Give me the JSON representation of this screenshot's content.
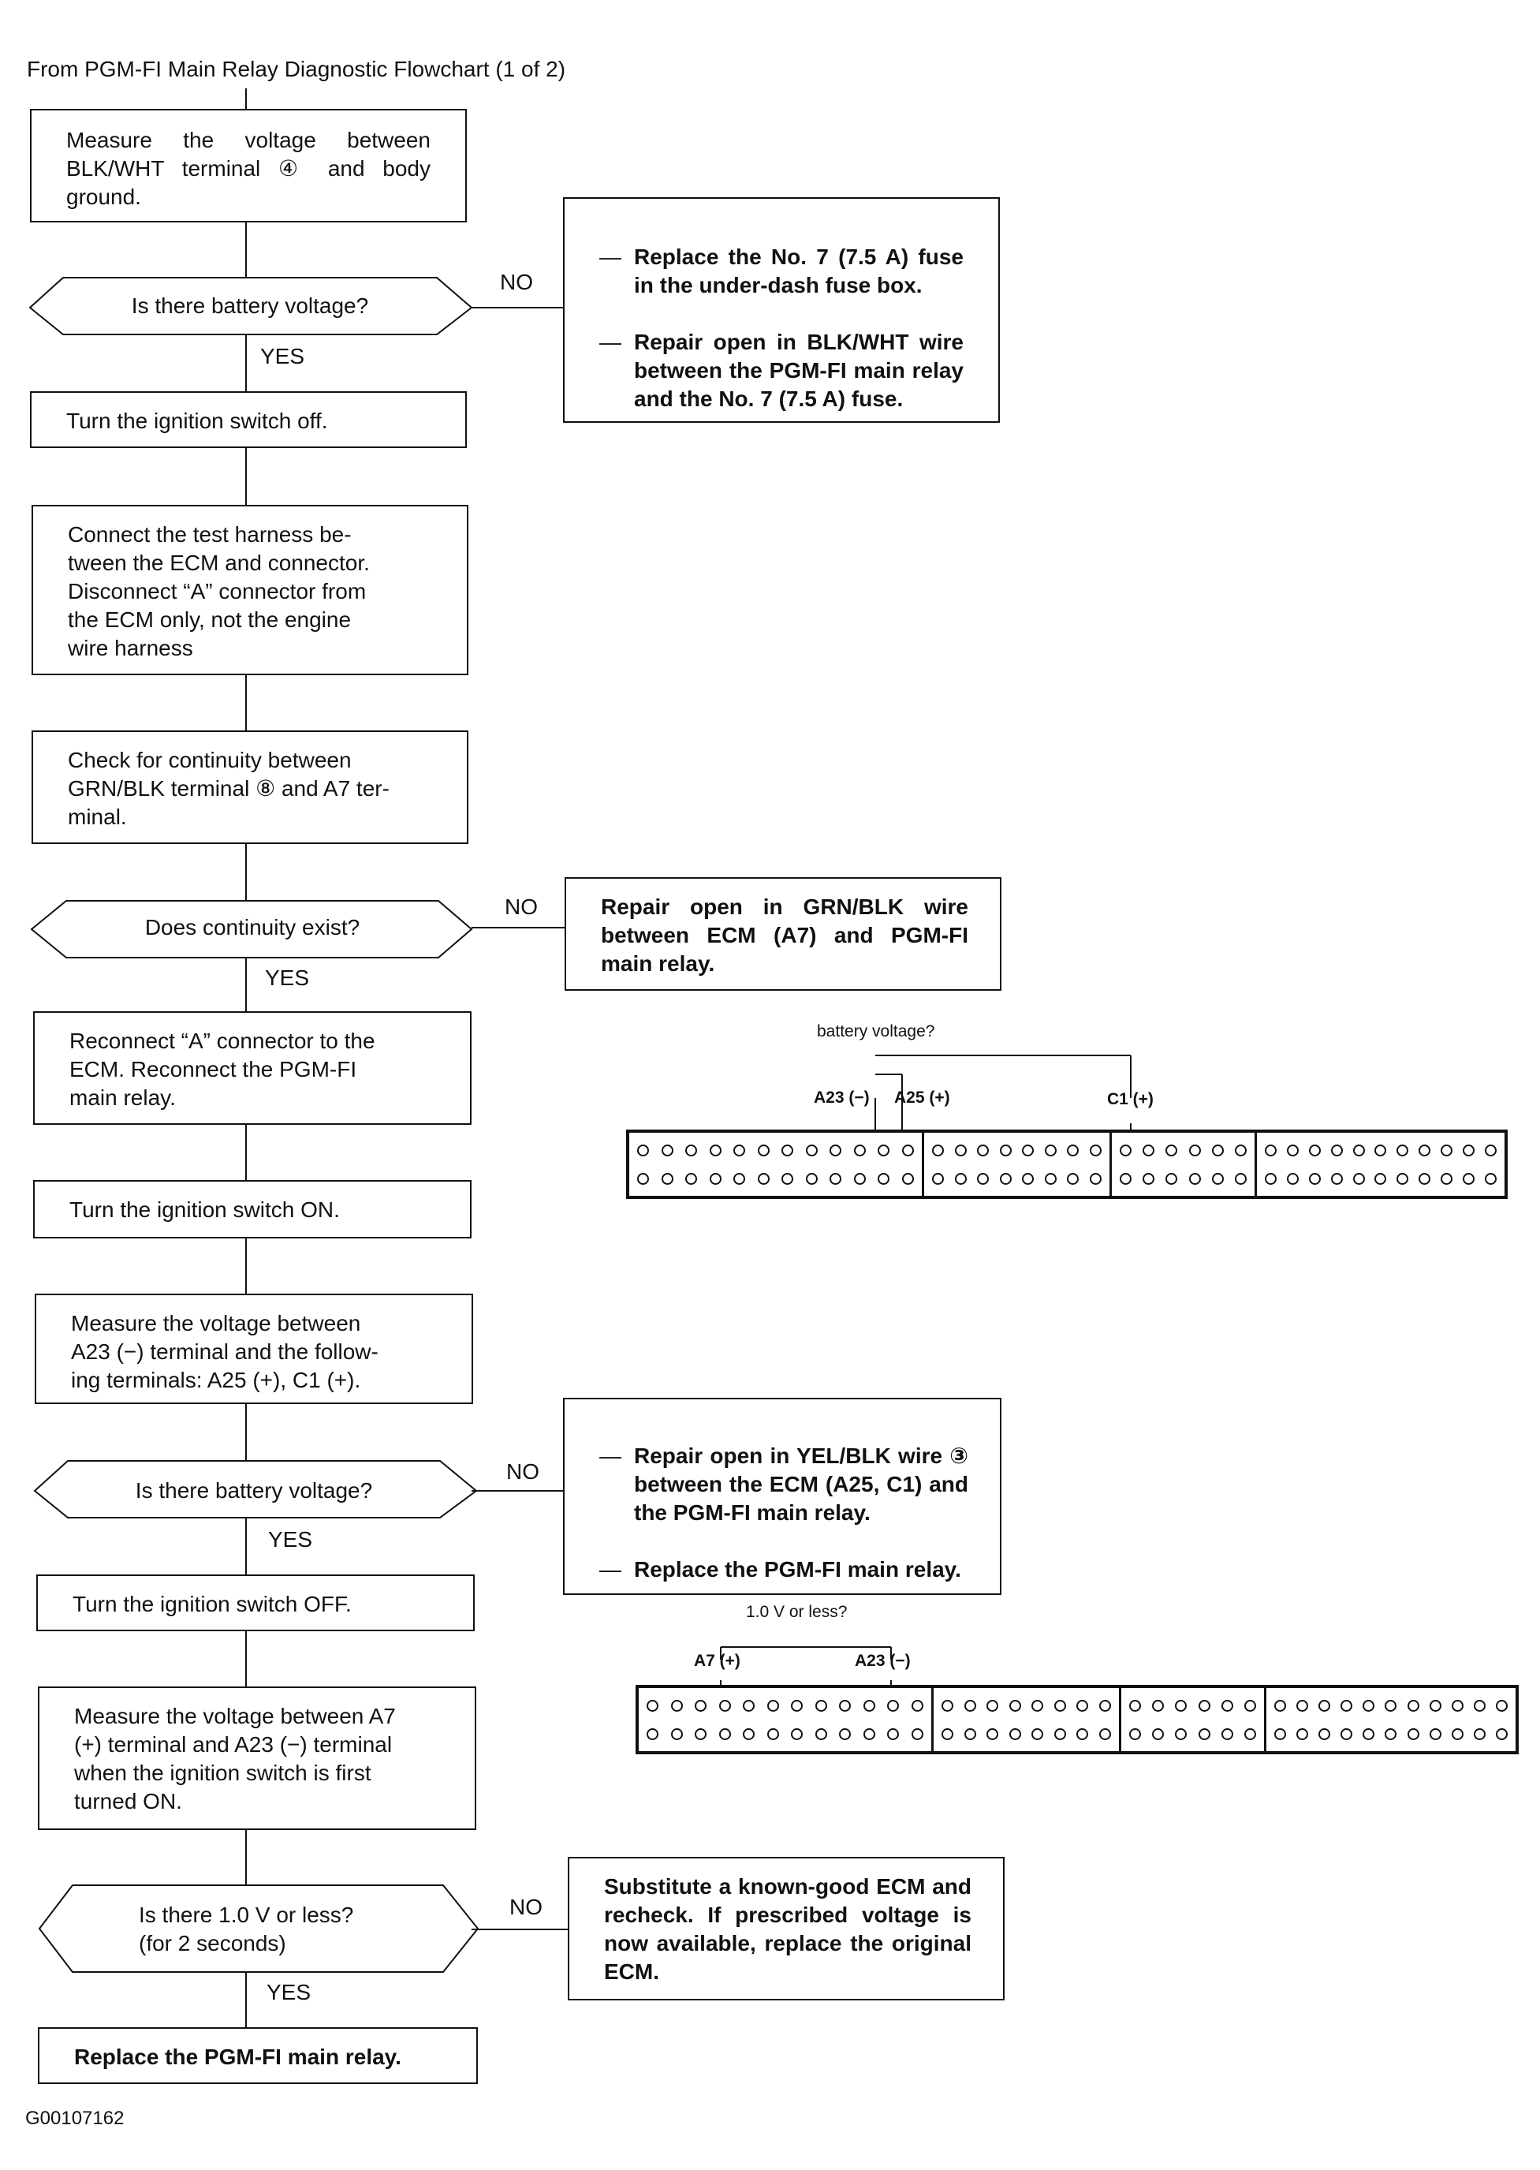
{
  "header": "From PGM-FI Main Relay Diagnostic Flowchart (1 of 2)",
  "footer_code": "G00107162",
  "steps": {
    "measure_blk_wht": "Measure the voltage between BLK/WHT terminal ④ and body ground.",
    "q_battery_1": "Is there battery voltage?",
    "ign_off_1": "Turn the ignition switch off.",
    "connect_harness": "Connect the test harness be-\ntween the ECM and connector.\nDisconnect “A” connector from\nthe ECM only, not the engine\nwire harness",
    "check_continuity": "Check for continuity between\nGRN/BLK terminal ⑧ and A7 ter-\nminal.",
    "q_continuity": "Does continuity exist?",
    "reconnect": "Reconnect “A” connector to the\nECM. Reconnect the PGM-FI\nmain relay.",
    "ign_on": "Turn the ignition switch ON.",
    "measure_a23": "Measure the voltage between\nA23 (−) terminal and the follow-\ning terminals: A25 (+), C1 (+).",
    "q_battery_2": "Is there battery voltage?",
    "ign_off_2": "Turn the ignition switch OFF.",
    "measure_a7": "Measure the voltage between A7\n(+) terminal and A23 (−) terminal\nwhen the ignition switch is first\nturned ON.",
    "q_1v": "Is there 1.0 V or less?\n(for 2 seconds)",
    "final": "Replace the PGM-FI main relay."
  },
  "results": {
    "fuse_items": [
      "Replace the No. 7 (7.5 A) fuse in the under-dash fuse box.",
      "Repair open in BLK/WHT wire between the PGM-FI main relay and the No. 7 (7.5 A) fuse."
    ],
    "grn_blk": "Repair open in GRN/BLK wire between ECM (A7) and PGM-FI main relay.",
    "yel_blk_items": [
      "Repair open in YEL/BLK wire ③ between the ECM (A25, C1) and the PGM-FI main relay.",
      "Replace the PGM-FI main relay."
    ],
    "ecm": "Substitute a known-good ECM and recheck. If prescribed voltage is now available, replace the original ECM."
  },
  "labels": {
    "yes": "YES",
    "no": "NO"
  },
  "connector1": {
    "question": "battery voltage?",
    "a23": "A23 (−)",
    "a25": "A25 (+)",
    "c1": "C1 (+)"
  },
  "connector2": {
    "question": "1.0 V or less?",
    "a7": "A7 (+)",
    "a23": "A23 (−)"
  }
}
